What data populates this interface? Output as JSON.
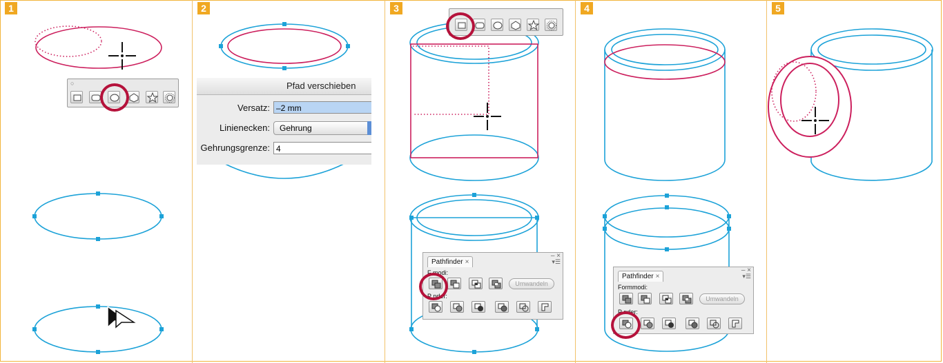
{
  "steps": [
    "1",
    "2",
    "3",
    "4",
    "5"
  ],
  "colors": {
    "border": "#f2b43a",
    "badge": "#f0a822",
    "shape_cyan": "#1ca2d8",
    "shape_magenta": "#cc1f5d",
    "highlight_ring": "#b5123b",
    "anchor": "#1ca2d8"
  },
  "shape_tools": {
    "icons": [
      "rectangle-tool-icon",
      "rounded-rectangle-tool-icon",
      "ellipse-tool-icon",
      "polygon-tool-icon",
      "star-tool-icon",
      "flare-tool-icon"
    ],
    "panel1_selected": "ellipse-tool-icon",
    "panel3_selected": "rectangle-tool-icon"
  },
  "offset_dialog": {
    "title": "Pfad verschieben",
    "offset_label": "Versatz:",
    "offset_value": "–2 mm",
    "joins_label": "Linienecken:",
    "joins_value": "Gehrung",
    "miter_label": "Gehrungsgrenze:",
    "miter_value": "4"
  },
  "pathfinder": {
    "tab_label": "Pathfinder",
    "close_glyph": "×",
    "window_controls": "– ×",
    "menu_glyph": "▾☰",
    "shape_modes_label": "Formmodi:",
    "shape_modes_label_partial": "F    modi:",
    "pathfinders_label": "Pathfinder:",
    "pathfinders_label_partial": "P    nder:",
    "convert_button": "Umwandeln",
    "shape_mode_icons": [
      "add-to-shape-icon",
      "subtract-from-shape-icon",
      "intersect-shape-icon",
      "exclude-overlap-icon"
    ],
    "pathfinder_icons": [
      "divide-icon",
      "trim-icon",
      "merge-icon",
      "crop-icon",
      "outline-icon",
      "minus-back-icon"
    ],
    "panel3_highlight": "add-to-shape-icon",
    "panel4_highlight": "divide-icon"
  },
  "cursors": [
    "crosshair-cursor-icon",
    "selection-arrow-cursor-icon"
  ]
}
